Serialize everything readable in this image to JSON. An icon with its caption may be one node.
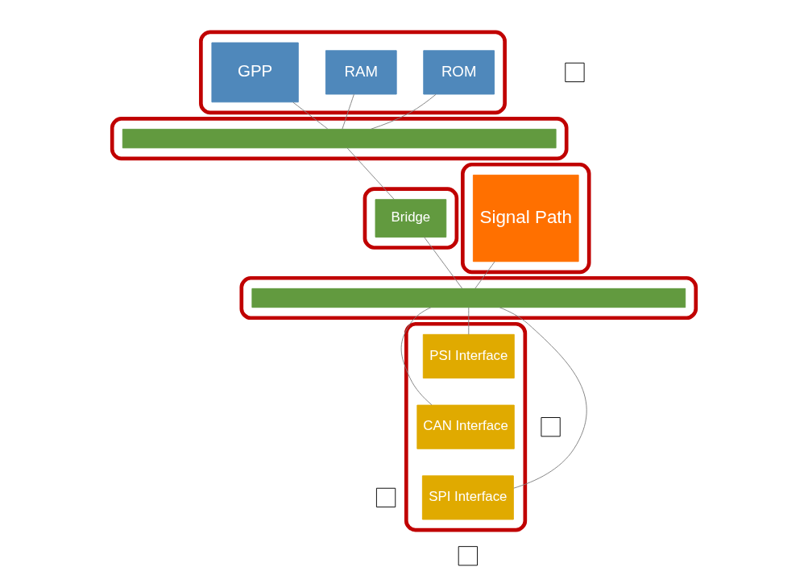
{
  "diagram": {
    "nodes": [
      {
        "text": [],
        "shape": "box"
      },
      {
        "text": [
          "GPP"
        ],
        "in": 0
      },
      {
        "text": [
          "RAM"
        ],
        "in": 0
      },
      {
        "text": [
          "ROM"
        ],
        "in": 0
      },
      {
        "text": [],
        "shape": "box"
      },
      {
        "text": [],
        "shape": "bar",
        "in": 4
      },
      {
        "text": [],
        "shape": "box"
      },
      {
        "text": [
          "Signal Path"
        ],
        "in": 6
      },
      {
        "text": [],
        "shape": "box"
      },
      {
        "text": [],
        "shape": "box"
      },
      {
        "text": [
          "Bridge"
        ],
        "in": 9
      },
      {
        "text": [],
        "shape": "box"
      },
      {
        "text": [],
        "shape": "bar",
        "in": 11
      },
      {
        "text": [],
        "shape": "box"
      },
      {
        "text": [
          "PSI Interface"
        ],
        "in": 13
      },
      {
        "text": [
          "CAN Interface"
        ],
        "in": 13
      },
      {
        "text": [
          "SPI Interface"
        ],
        "in": 13
      },
      {
        "text": [],
        "shape": "box"
      },
      {
        "text": [],
        "shape": "box"
      },
      {
        "text": [],
        "shape": "box"
      }
    ],
    "edges": [
      {
        "from": 1,
        "to": 5,
        "arrow": "none"
      },
      {
        "from": 2,
        "to": 5,
        "arrow": "none"
      },
      {
        "from": 3,
        "to": 5,
        "arrow": "none"
      },
      {
        "from": 5,
        "to": 10,
        "arrow": "none"
      },
      {
        "from": 7,
        "to": 12,
        "arrow": "none"
      },
      {
        "from": 10,
        "to": 12,
        "arrow": "none"
      },
      {
        "from": 12,
        "to": 14,
        "arrow": "none"
      },
      {
        "from": 12,
        "to": 15,
        "arrow": "none"
      },
      {
        "from": 12,
        "to": 16,
        "arrow": "none"
      }
    ]
  }
}
